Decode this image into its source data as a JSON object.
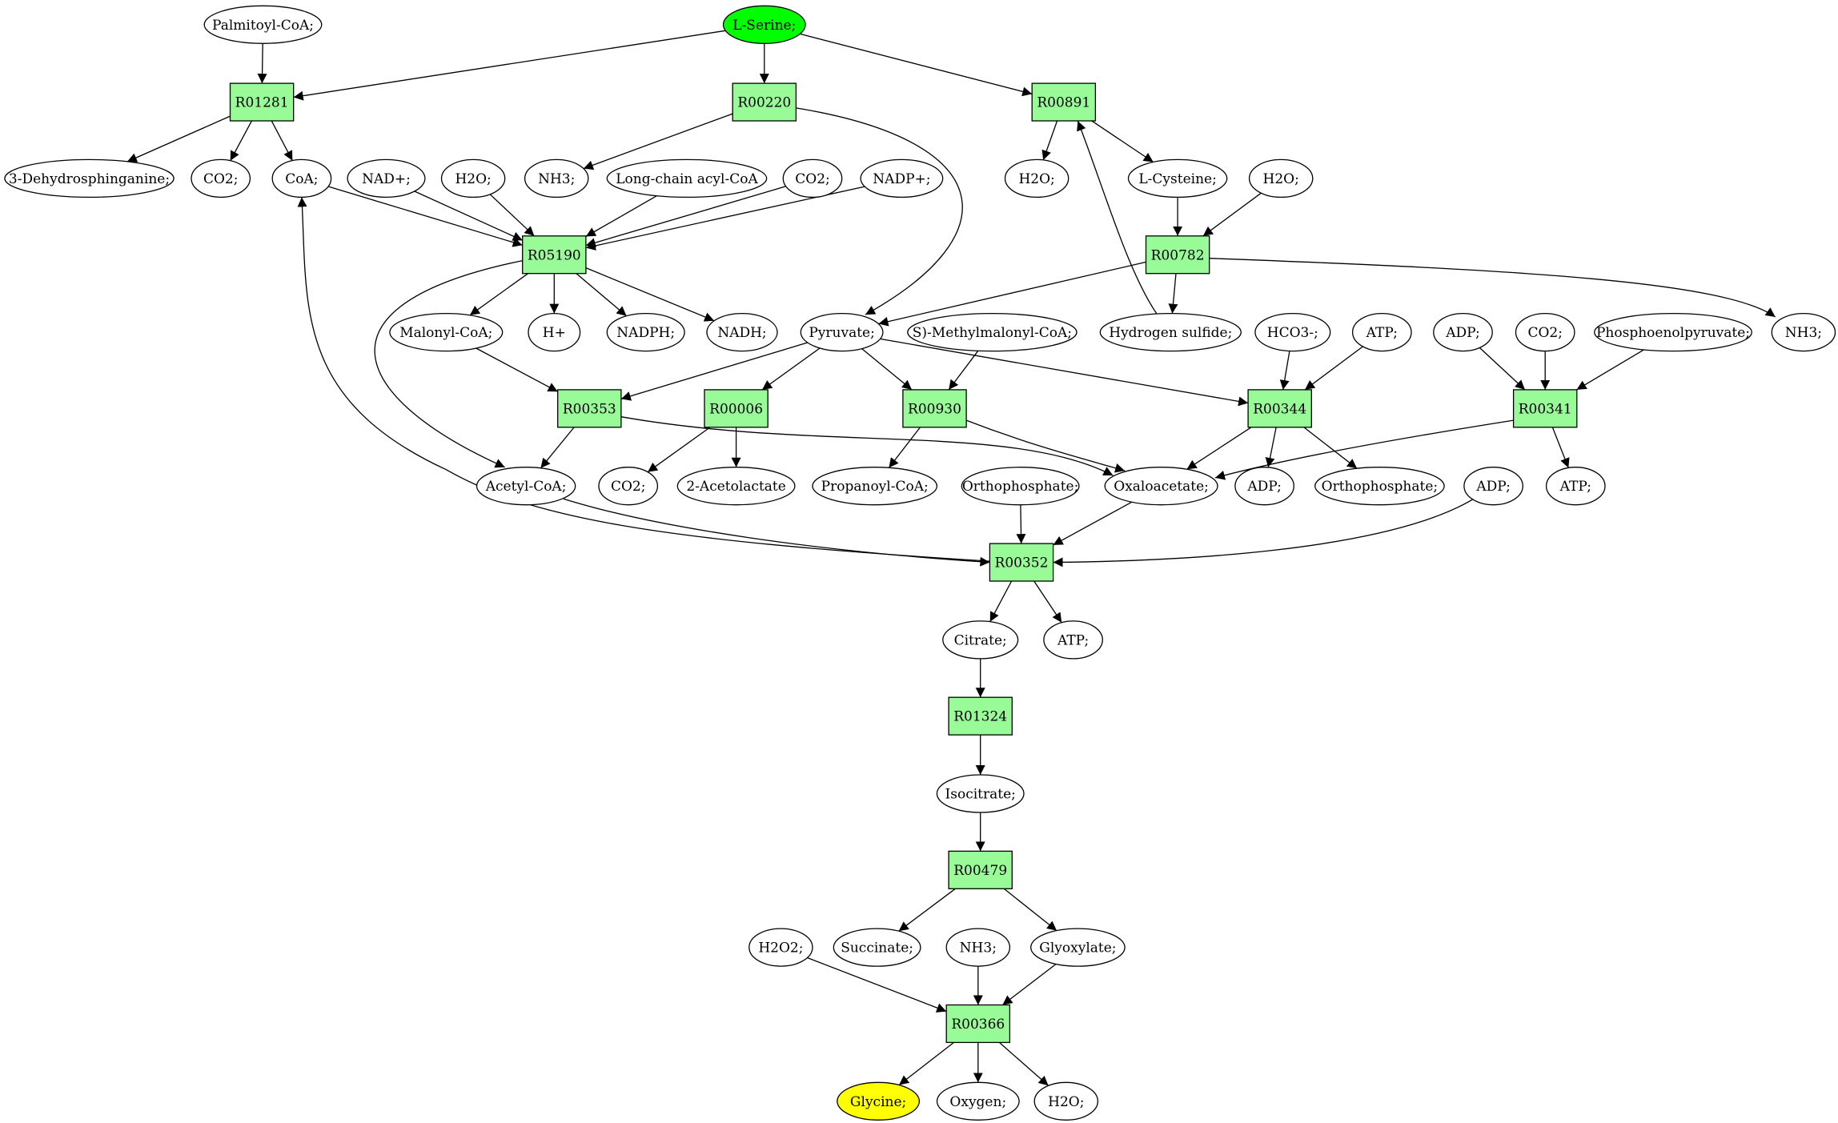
{
  "colors": {
    "reaction_fill": "#98fb98",
    "source_fill": "#00ff00",
    "target_fill": "#ffff00",
    "compound_fill": "#ffffff",
    "stroke": "#000000"
  },
  "nodes": {
    "palmitoyl": "Palmitoyl-CoA;",
    "lserine": "L-Serine;",
    "r01281": "R01281",
    "r00220": "R00220",
    "r00891": "R00891",
    "dehydro": "3-Dehydrosphinganine;",
    "co2_a": "CO2;",
    "coa": "CoA;",
    "nadp_plus": "NAD+;",
    "h2o_a": "H2O;",
    "nh3_a": "NH3;",
    "lcacyl": "Long-chain acyl-CoA",
    "co2_b": "CO2;",
    "nadpp": "NADP+;",
    "h2o_b": "H2O;",
    "lcys": "L-Cysteine;",
    "h2o_c": "H2O;",
    "r05190": "R05190",
    "r00782": "R00782",
    "malonyl": "Malonyl-CoA;",
    "hplus": "H+",
    "nadph": "NADPH;",
    "nadh": "NADH;",
    "pyruvate": "Pyruvate;",
    "smethyl": "S)-Methylmalonyl-CoA;",
    "h2s": "Hydrogen sulfide;",
    "hco3": "HCO3-;",
    "atp_a": "ATP;",
    "adp_a": "ADP;",
    "co2_c": "CO2;",
    "pep": "Phosphoenolpyruvate;",
    "nh3_b": "NH3;",
    "r00353": "R00353",
    "r00006": "R00006",
    "r00930": "R00930",
    "r00344": "R00344",
    "r00341": "R00341",
    "acetyl": "Acetyl-CoA;",
    "co2_d": "CO2;",
    "acetolac": "2-Acetolactate",
    "propanoyl": "Propanoyl-CoA;",
    "ortho_a": "Orthophosphate;",
    "oxalo": "Oxaloacetate;",
    "adp_b": "ADP;",
    "ortho_b": "Orthophosphate;",
    "adp_c": "ADP;",
    "atp_b": "ATP;",
    "r00352": "R00352",
    "citrate": "Citrate;",
    "atp_c": "ATP;",
    "r01324": "R01324",
    "isocitrate": "Isocitrate;",
    "r00479": "R00479",
    "h2o2": "H2O2;",
    "succinate": "Succinate;",
    "nh3_c": "NH3;",
    "glyoxylate": "Glyoxylate;",
    "r00366": "R00366",
    "glycine": "Glycine;",
    "oxygen": "Oxygen;",
    "h2o_d": "H2O;"
  }
}
